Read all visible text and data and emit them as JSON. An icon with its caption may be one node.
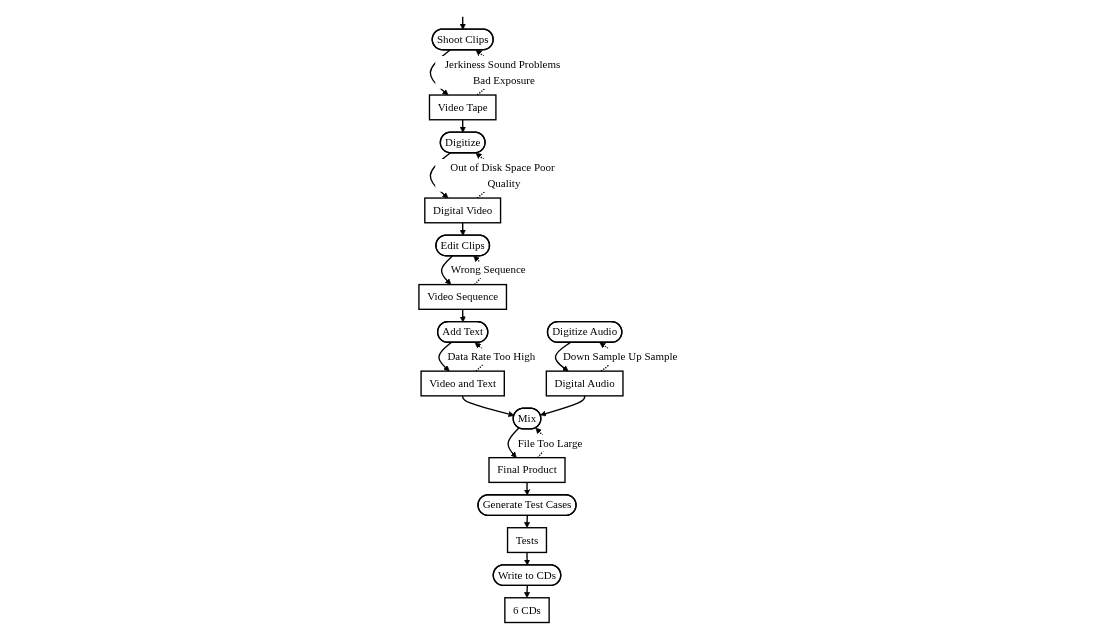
{
  "diagram": {
    "nodes": [
      {
        "text": [
          "Shoot Clips"
        ]
      },
      {
        "text": [
          "Video Tape"
        ]
      },
      {
        "text": [
          "Digitize"
        ]
      },
      {
        "text": [
          "Digital Video"
        ]
      },
      {
        "text": [
          "Edit Clips"
        ]
      },
      {
        "text": [
          "Video Sequence"
        ]
      },
      {
        "text": [
          "Add Text"
        ]
      },
      {
        "text": [
          "Video and Text"
        ]
      },
      {
        "text": [
          "Mix"
        ]
      },
      {
        "text": [
          "Final Product"
        ]
      },
      {
        "text": [
          "Generate Test Cases"
        ]
      },
      {
        "text": [
          "Tests"
        ]
      },
      {
        "text": [
          "Write to CDs"
        ]
      },
      {
        "text": [
          "6 CDs"
        ]
      },
      {
        "text": [
          "Digitize Audio"
        ]
      },
      {
        "text": [
          "Digital Audio"
        ]
      }
    ],
    "edges": [
      {
        "from": null,
        "to": 0,
        "arrow": "to"
      },
      {
        "from": 0,
        "to": 1,
        "arrow": "to"
      },
      {
        "from": 1,
        "to": 0,
        "arrow": "to",
        "style": "dashed",
        "label": "Jerkiness Sound Problems Bad Exposure"
      },
      {
        "from": 1,
        "to": 2,
        "arrow": "to"
      },
      {
        "from": 2,
        "to": 3,
        "arrow": "to"
      },
      {
        "from": 3,
        "to": 2,
        "arrow": "to",
        "style": "dashed",
        "label": "Out of Disk Space Poor Quality"
      },
      {
        "from": 3,
        "to": 4,
        "arrow": "to"
      },
      {
        "from": 4,
        "to": 5,
        "arrow": "to"
      },
      {
        "from": 5,
        "to": 4,
        "arrow": "to",
        "style": "dashed",
        "label": "Wrong Sequence"
      },
      {
        "from": 5,
        "to": 6,
        "arrow": "to"
      },
      {
        "from": 6,
        "to": 7,
        "arrow": "to"
      },
      {
        "from": 7,
        "to": 6,
        "arrow": "to",
        "style": "dashed",
        "label": "Data Rate Too High"
      },
      {
        "from": 7,
        "to": 8,
        "arrow": "to"
      },
      {
        "from": 9,
        "to": 8,
        "arrow": "to",
        "style": "dashed",
        "label": "File Too Large"
      },
      {
        "from": 8,
        "to": 9,
        "arrow": "to"
      },
      {
        "from": 9,
        "to": 10,
        "arrow": "to"
      },
      {
        "from": 10,
        "to": 11,
        "arrow": "to"
      },
      {
        "from": 11,
        "to": 12,
        "arrow": "to"
      },
      {
        "from": 12,
        "to": 13,
        "arrow": "to"
      },
      {
        "from": 14,
        "to": 15,
        "arrow": "to"
      },
      {
        "from": 15,
        "to": 14,
        "arrow": "to",
        "style": "dashed",
        "label": "Down Sample Up Sample"
      },
      {
        "from": 15,
        "to": 8,
        "arrow": "to"
      }
    ]
  }
}
